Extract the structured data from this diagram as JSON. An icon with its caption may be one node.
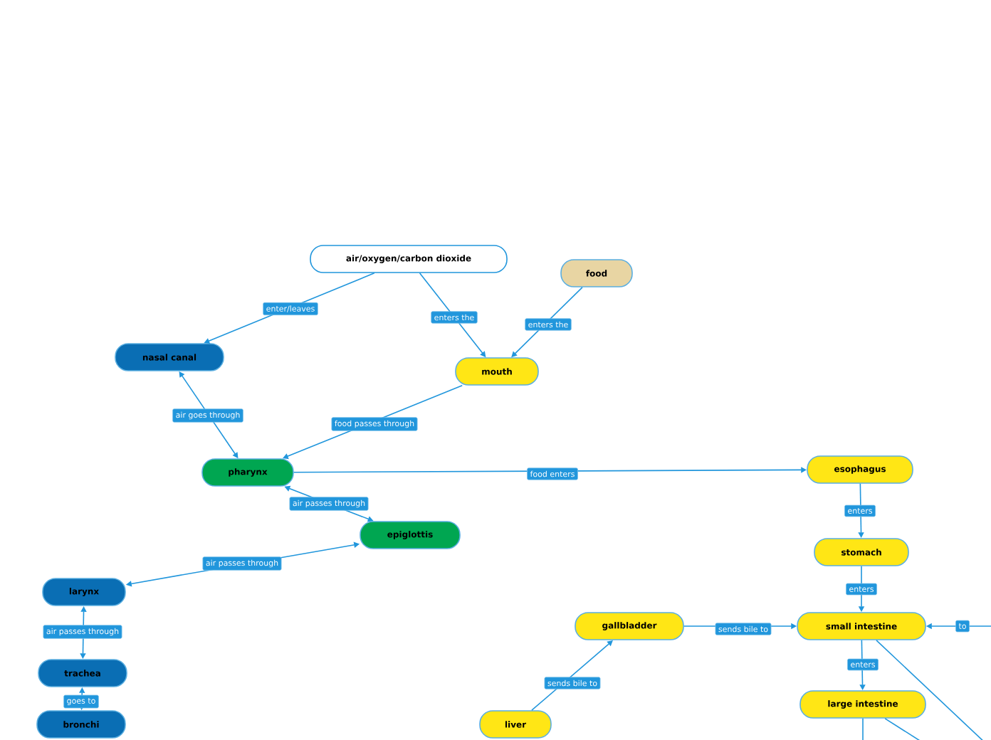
{
  "diagram": {
    "nodes": [
      {
        "text": [
          "air/oxygen/carbon dioxide"
        ]
      },
      {
        "text": [
          "food"
        ]
      },
      {
        "text": [
          "nasal canal"
        ]
      },
      {
        "text": [
          "mouth"
        ]
      },
      {
        "text": [
          "pharynx"
        ]
      },
      {
        "text": [
          "esophagus"
        ]
      },
      {
        "text": [
          "epiglottis"
        ]
      },
      {
        "text": [
          "larynx"
        ]
      },
      {
        "text": [
          "stomach"
        ]
      },
      {
        "text": [
          "gallbladder"
        ]
      },
      {
        "text": [
          "small intestine"
        ]
      },
      {
        "text": [
          "trachea"
        ]
      },
      {
        "text": [
          "large intestine"
        ]
      },
      {
        "text": [
          "bronchi"
        ]
      },
      {
        "text": [
          "liver"
        ]
      }
    ],
    "edges": [
      {
        "from": 0,
        "to": 2,
        "arrow": "to",
        "label": "enter/leaves"
      },
      {
        "from": 0,
        "to": 3,
        "arrow": "to",
        "label": "enters the"
      },
      {
        "from": 1,
        "to": 3,
        "arrow": "to",
        "label": "enters the"
      },
      {
        "from": 2,
        "to": 4,
        "arrow": "both",
        "label": "air goes through"
      },
      {
        "from": 3,
        "to": 4,
        "arrow": "to",
        "label": "food passes through"
      },
      {
        "from": 4,
        "to": 5,
        "arrow": "to",
        "label": "food enters"
      },
      {
        "from": 4,
        "to": 6,
        "arrow": "both",
        "label": "air passes through"
      },
      {
        "from": 6,
        "to": 7,
        "arrow": "both",
        "label": "air passes through"
      },
      {
        "from": 7,
        "to": 11,
        "arrow": "both",
        "label": "air passes through"
      },
      {
        "from": 11,
        "to": 13,
        "arrow": "both",
        "label": "goes to"
      },
      {
        "from": 5,
        "to": 8,
        "arrow": "to",
        "label": "enters"
      },
      {
        "from": 8,
        "to": 10,
        "arrow": "to",
        "label": "enters"
      },
      {
        "from": 9,
        "to": 10,
        "arrow": "to",
        "label": "sends bile to"
      },
      {
        "from": 14,
        "to": 9,
        "arrow": "to",
        "label": "sends bile to"
      },
      {
        "from": 10,
        "to": 12,
        "arrow": "to",
        "label": "enters"
      },
      {
        "from": null,
        "to": 10,
        "arrow": "to",
        "label": "to"
      },
      {
        "from": 10,
        "to": null,
        "arrow": "none"
      },
      {
        "from": 12,
        "to": null,
        "arrow": "none"
      },
      {
        "from": 12,
        "to": null,
        "arrow": "none"
      }
    ]
  }
}
